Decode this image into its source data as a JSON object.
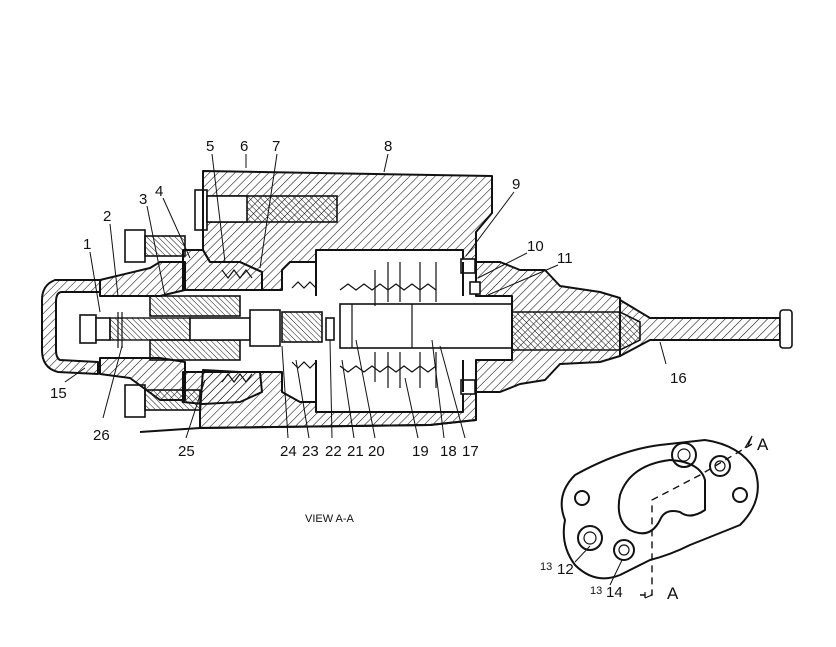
{
  "callouts": {
    "c1": "1",
    "c2": "2",
    "c3": "3",
    "c4": "4",
    "c5": "5",
    "c6": "6",
    "c7": "7",
    "c8": "8",
    "c9": "9",
    "c10": "10",
    "c11": "11",
    "c15": "15",
    "c16": "16",
    "c17": "17",
    "c18": "18",
    "c19": "19",
    "c20": "20",
    "c21": "21",
    "c22": "22",
    "c23": "23",
    "c24": "24",
    "c25": "25",
    "c26": "26"
  },
  "view": {
    "title": "VIEW A-A",
    "label_13a": "13",
    "label_12": "12",
    "label_13b": "13",
    "label_14": "14",
    "section_top": "A",
    "section_bottom": "A"
  }
}
